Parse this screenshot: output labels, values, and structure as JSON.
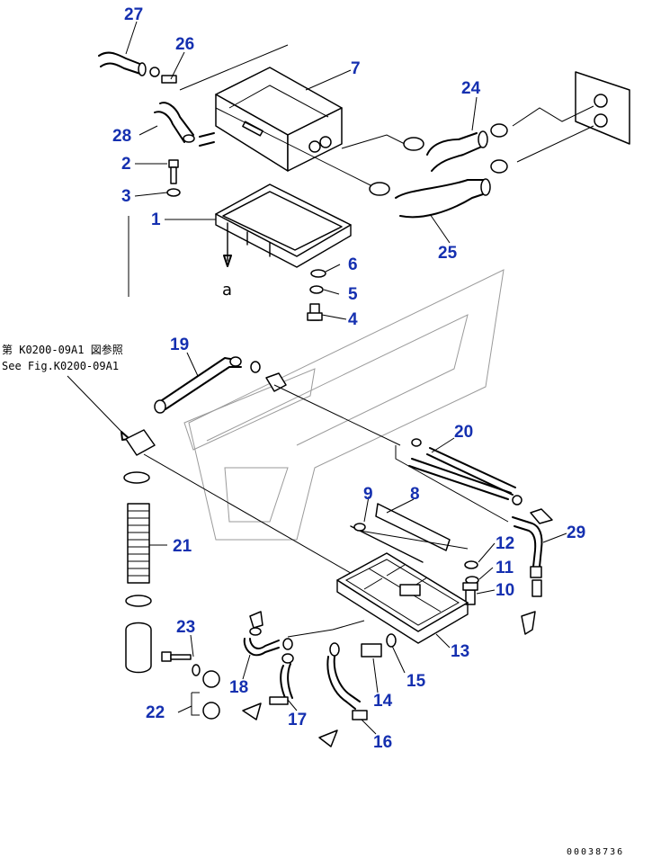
{
  "reference_note": {
    "line1": "第 K0200-09A1 図参照",
    "line2": "See Fig.K0200-09A1"
  },
  "connection_marker": "a",
  "drawing_code": "00038736",
  "part_numbers": [
    "1",
    "2",
    "3",
    "4",
    "5",
    "6",
    "7",
    "8",
    "9",
    "10",
    "11",
    "12",
    "13",
    "14",
    "15",
    "16",
    "17",
    "18",
    "19",
    "20",
    "21",
    "22",
    "23",
    "24",
    "25",
    "26",
    "27",
    "28",
    "29"
  ]
}
